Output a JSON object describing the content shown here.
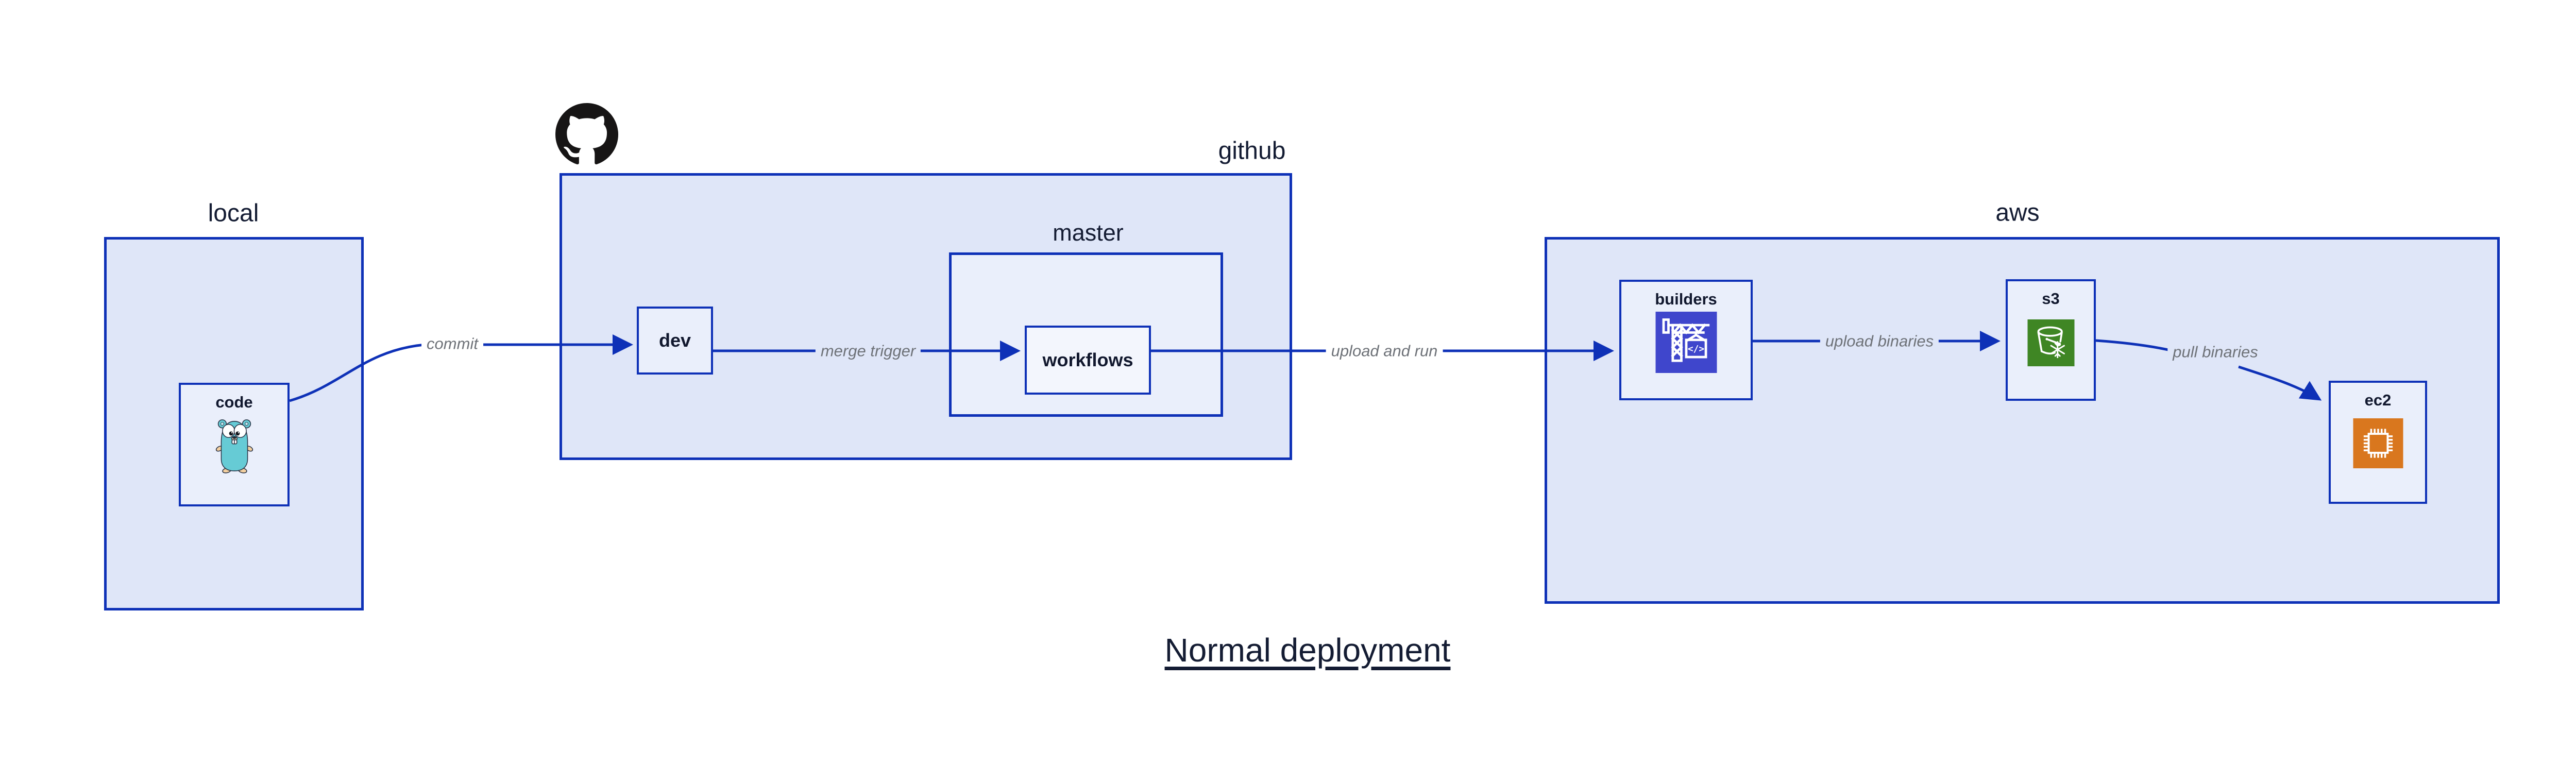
{
  "title": {
    "text": "Normal deployment"
  },
  "containers": {
    "local": {
      "label": "local"
    },
    "github": {
      "label": "github",
      "icon": "github-octocat"
    },
    "master": {
      "label": "master"
    },
    "aws": {
      "label": "aws"
    }
  },
  "nodes": {
    "code": {
      "label": "code",
      "icon": "go-gopher",
      "container": "local"
    },
    "dev": {
      "label": "dev",
      "container": "github"
    },
    "workflows": {
      "label": "workflows",
      "container": "master"
    },
    "builders": {
      "label": "builders",
      "icon": "codebuild-crane",
      "container": "aws"
    },
    "s3": {
      "label": "s3",
      "icon": "s3-bucket-snowflake",
      "container": "aws"
    },
    "ec2": {
      "label": "ec2",
      "icon": "ec2-chip",
      "container": "aws"
    }
  },
  "arrows": {
    "commit": {
      "label": "commit",
      "from": "code",
      "to": "dev"
    },
    "merge_trigger": {
      "label": "merge trigger",
      "from": "dev",
      "to": "workflows"
    },
    "upload_and_run": {
      "label": "upload and run",
      "from": "workflows",
      "to": "builders"
    },
    "upload_binaries": {
      "label": "upload binaries",
      "from": "builders",
      "to": "s3"
    },
    "pull_binaries": {
      "label": "pull binaries",
      "from": "s3",
      "to": "ec2"
    }
  },
  "colors": {
    "border_blue": "#0e31b7",
    "fill_outer": "#dfe6f8",
    "fill_mid": "#eaeffb",
    "fill_inner": "#f3f6fd",
    "text_navy": "#141c33",
    "label_gray": "#6e7278",
    "builders_bg": "#3f46cc",
    "s3_bg": "#3f8624",
    "ec2_bg": "#d9771e",
    "octocat_black": "#171515",
    "gopher_teal": "#66cbd5",
    "gopher_tan": "#f3cf9f"
  }
}
